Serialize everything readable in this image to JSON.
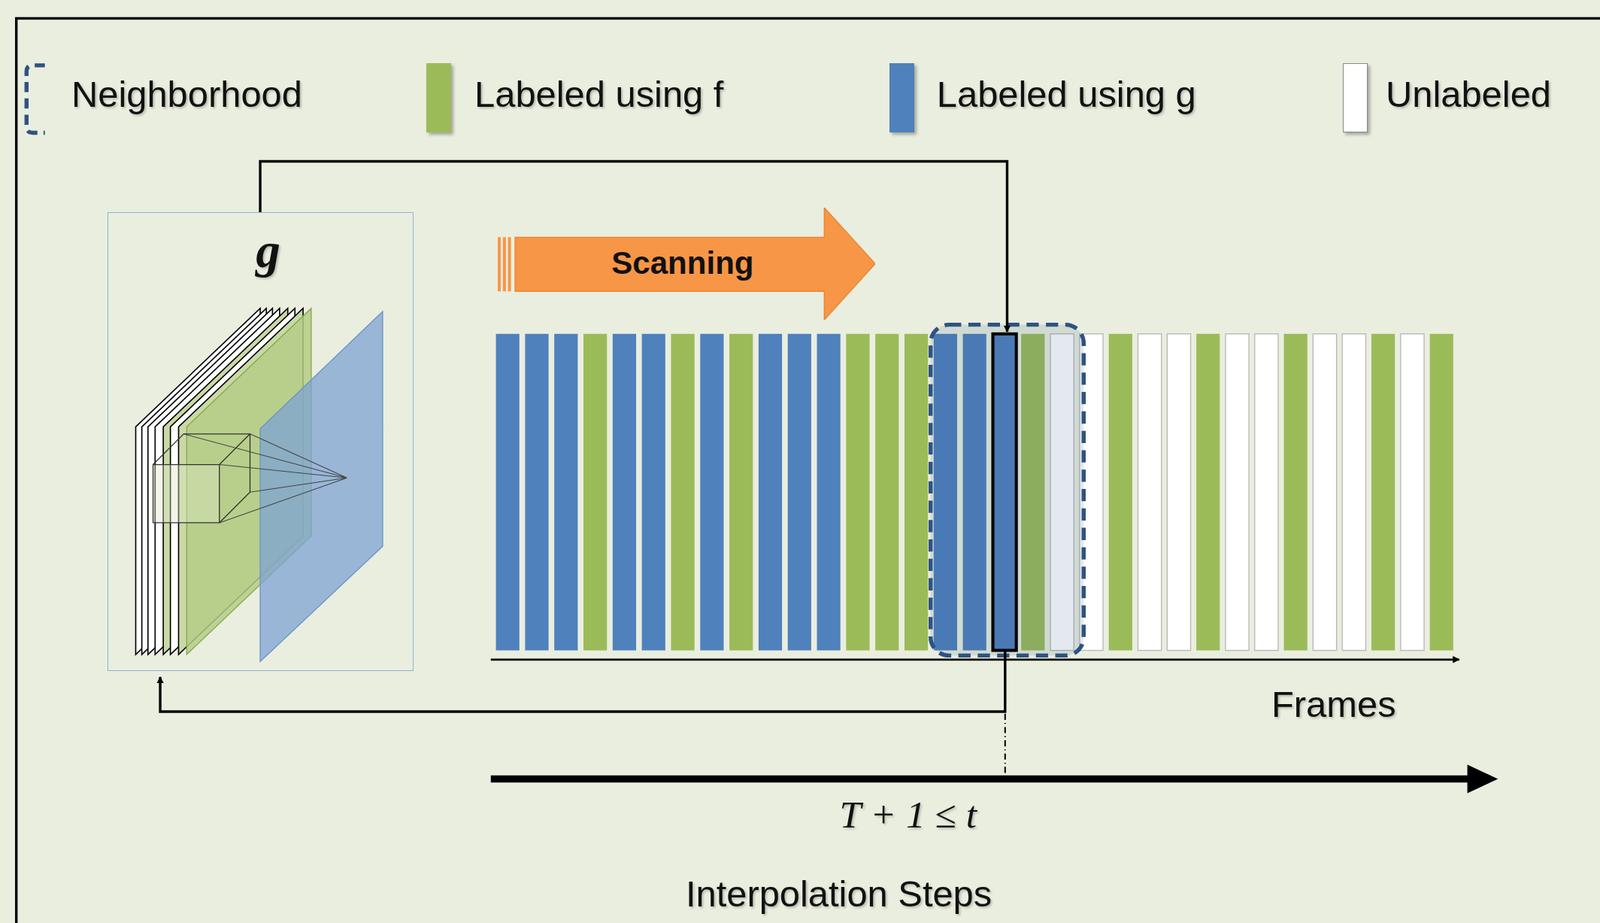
{
  "diagram": {
    "nodes": [
      {
        "text": [
          "g"
        ]
      },
      {
        "text": [
          "Scanning"
        ]
      }
    ],
    "labels": [
      "Frames",
      "T + 1 ≤ t",
      "Interpolation Steps"
    ],
    "legend": [
      {
        "text": "Neighborhood"
      },
      {
        "text": "Labeled using f",
        "color": "#9bbb59"
      },
      {
        "text": "Labeled using g",
        "color": "#4f81bd"
      },
      {
        "text": "Unlabeled",
        "color": "#ffffff"
      }
    ]
  }
}
